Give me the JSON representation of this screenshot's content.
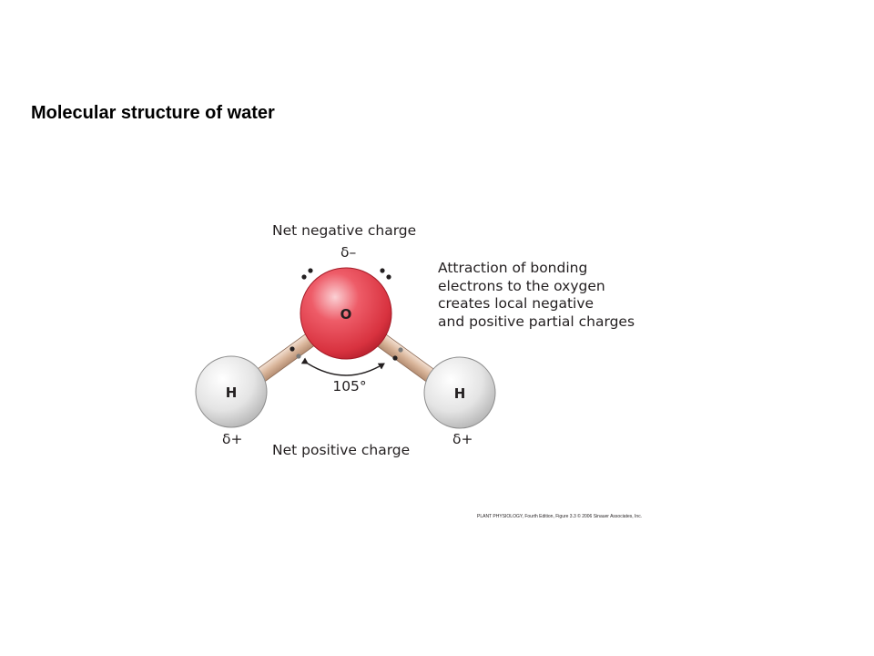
{
  "slide": {
    "title": "Molecular structure of water"
  },
  "figure": {
    "top_label": "Net negative charge",
    "delta_negative": "δ–",
    "attraction_text": [
      "Attraction of bonding",
      "electrons to the oxygen",
      "creates local negative",
      "and positive partial charges"
    ],
    "oxygen_label": "O",
    "hydrogen_left_label": "H",
    "hydrogen_right_label": "H",
    "bond_angle": "105°",
    "delta_positive_left": "δ+",
    "delta_positive_right": "δ+",
    "bottom_label": "Net positive charge",
    "credit": "PLANT PHYSIOLOGY, Fourth Edition, Figure 3.3  © 2006 Sinauer Associates, Inc.",
    "colors": {
      "oxygen": "#e0424f",
      "hydrogen": "#dcdcdc",
      "bond": "#d9b59a"
    }
  }
}
